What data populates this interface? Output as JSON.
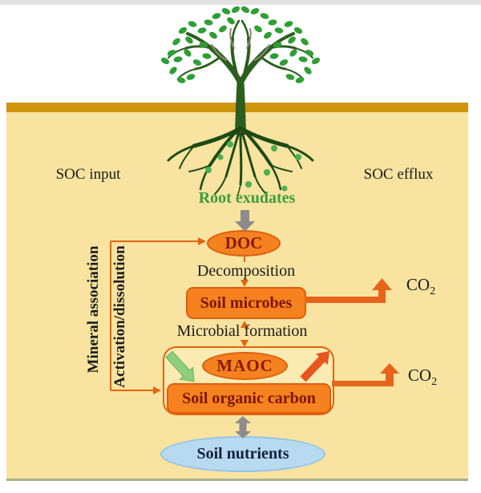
{
  "figure": {
    "above_ground": {
      "soc_input": "SOC input",
      "soc_efflux": "SOC efflux"
    },
    "nodes": {
      "root_exudates": "Root exudates",
      "doc": "DOC",
      "soil_microbes": "Soil microbes",
      "maoc": "MAOC",
      "soil_organic_carbon": "Soil organic carbon",
      "soil_nutrients": "Soil nutrients"
    },
    "processes": {
      "decomposition": "Decomposition",
      "microbial_formation": "Microbial formation",
      "mineral_association": "Mineral association",
      "activation_dissolution": "Activation/dissolution"
    },
    "gas": {
      "co2_base": "CO",
      "co2_subscript": "2"
    }
  },
  "colors": {
    "soil_background": "#F8E3A0",
    "soil_surface_bar": "#CE940E",
    "node_fill": "#F5821F",
    "node_border": "#DD5F0E",
    "node_text_dark_red": "#8B1A00",
    "arrow_orange": "#E8641B",
    "arrow_thin_orange": "#E2640F",
    "arrow_green": "#8FCE7E",
    "arrow_red": "#E8551E",
    "arrow_gray": "#8C8C8C",
    "root_exudates_text": "#3C9E3C",
    "nutrients_fill": "#B7DAF0",
    "nutrients_border": "#96C4E4",
    "leaf_green": "#2E9E35",
    "tree_trunk": "#2C5E1E",
    "roots": "#1D4A14"
  }
}
